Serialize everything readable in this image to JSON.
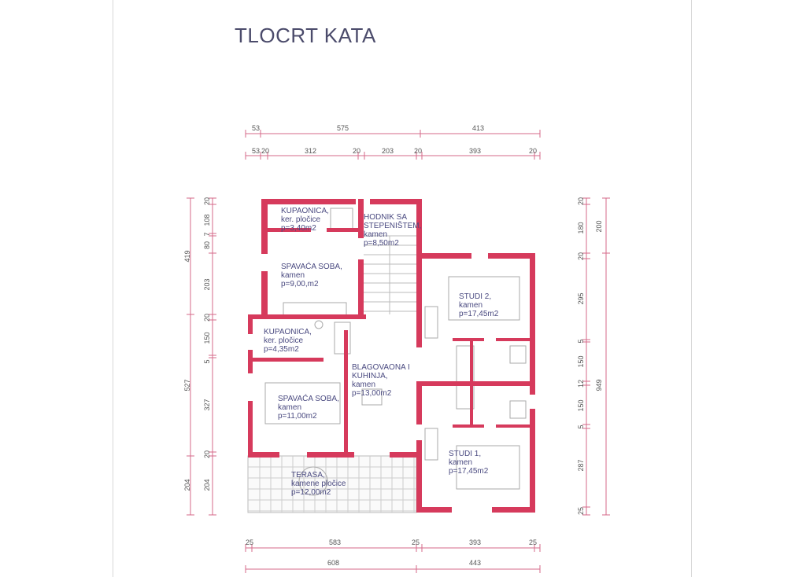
{
  "title": "TLOCRT KATA",
  "colors": {
    "wall": "#d63a5c",
    "dimension": "#d66a8a",
    "text": "#4a4a80"
  },
  "dimensions": {
    "top_row1": [
      "53",
      "575",
      "413"
    ],
    "top_row2": [
      "53",
      "20",
      "312",
      "20",
      "203",
      "20",
      "393",
      "20"
    ],
    "bottom_row1": [
      "25",
      "583",
      "25",
      "393",
      "25"
    ],
    "bottom_row2": [
      "608",
      "443"
    ],
    "left_outer": [
      "419",
      "527",
      "204"
    ],
    "left_inner": [
      "20",
      "108",
      "7",
      "80",
      "203",
      "20",
      "150",
      "5",
      "327",
      "20",
      "204"
    ],
    "right_inner": [
      "20",
      "180",
      "20",
      "295",
      "5",
      "150",
      "12",
      "150",
      "5",
      "287",
      "25"
    ],
    "right_outer": [
      "200",
      "949"
    ]
  },
  "rooms": [
    {
      "name": "KUPAONICA,",
      "floor": "ker. pločice",
      "area": "p=3,40m2"
    },
    {
      "name": "HODNIK SA STEPENIŠTEM,",
      "floor": "kamen",
      "area": "p=8,50m2"
    },
    {
      "name": "SPAVAĆA SOBA,",
      "floor": "kamen",
      "area": "p=9,00,m2"
    },
    {
      "name": "KUPAONICA,",
      "floor": "ker. pločice",
      "area": "p=4,35m2"
    },
    {
      "name": "BLAGOVAONA I KUHINJA,",
      "floor": "kamen",
      "area": "p=13,00m2"
    },
    {
      "name": "SPAVAĆA SOBA,",
      "floor": "kamen",
      "area": "p=11,00m2"
    },
    {
      "name": "STUDI 2,",
      "floor": "kamen",
      "area": "p=17,45m2"
    },
    {
      "name": "STUDI 1,",
      "floor": "kamen",
      "area": "p=17,45m2"
    },
    {
      "name": "TERASA,",
      "floor": "kamene pločice",
      "area": "p=12,00m2"
    }
  ]
}
